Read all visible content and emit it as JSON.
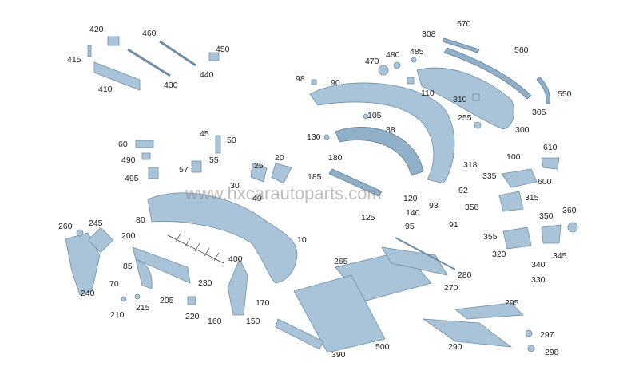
{
  "watermark": "www.hxcarautoparts.com",
  "labels": [
    "420",
    "460",
    "450",
    "415",
    "440",
    "410",
    "430",
    "570",
    "308",
    "560",
    "470",
    "480",
    "485",
    "550",
    "98",
    "90",
    "110",
    "310",
    "305",
    "255",
    "300",
    "105",
    "130",
    "88",
    "45",
    "50",
    "60",
    "490",
    "55",
    "57",
    "495",
    "20",
    "25",
    "180",
    "185",
    "30",
    "40",
    "120",
    "140",
    "93",
    "318",
    "92",
    "335",
    "100",
    "610",
    "600",
    "315",
    "350",
    "360",
    "358",
    "95",
    "91",
    "125",
    "80",
    "260",
    "245",
    "200",
    "10",
    "400",
    "85",
    "70",
    "240",
    "210",
    "215",
    "205",
    "230",
    "220",
    "160",
    "150",
    "170",
    "265",
    "280",
    "270",
    "500",
    "390",
    "290",
    "295",
    "297",
    "298",
    "355",
    "320",
    "340",
    "345",
    "330"
  ]
}
